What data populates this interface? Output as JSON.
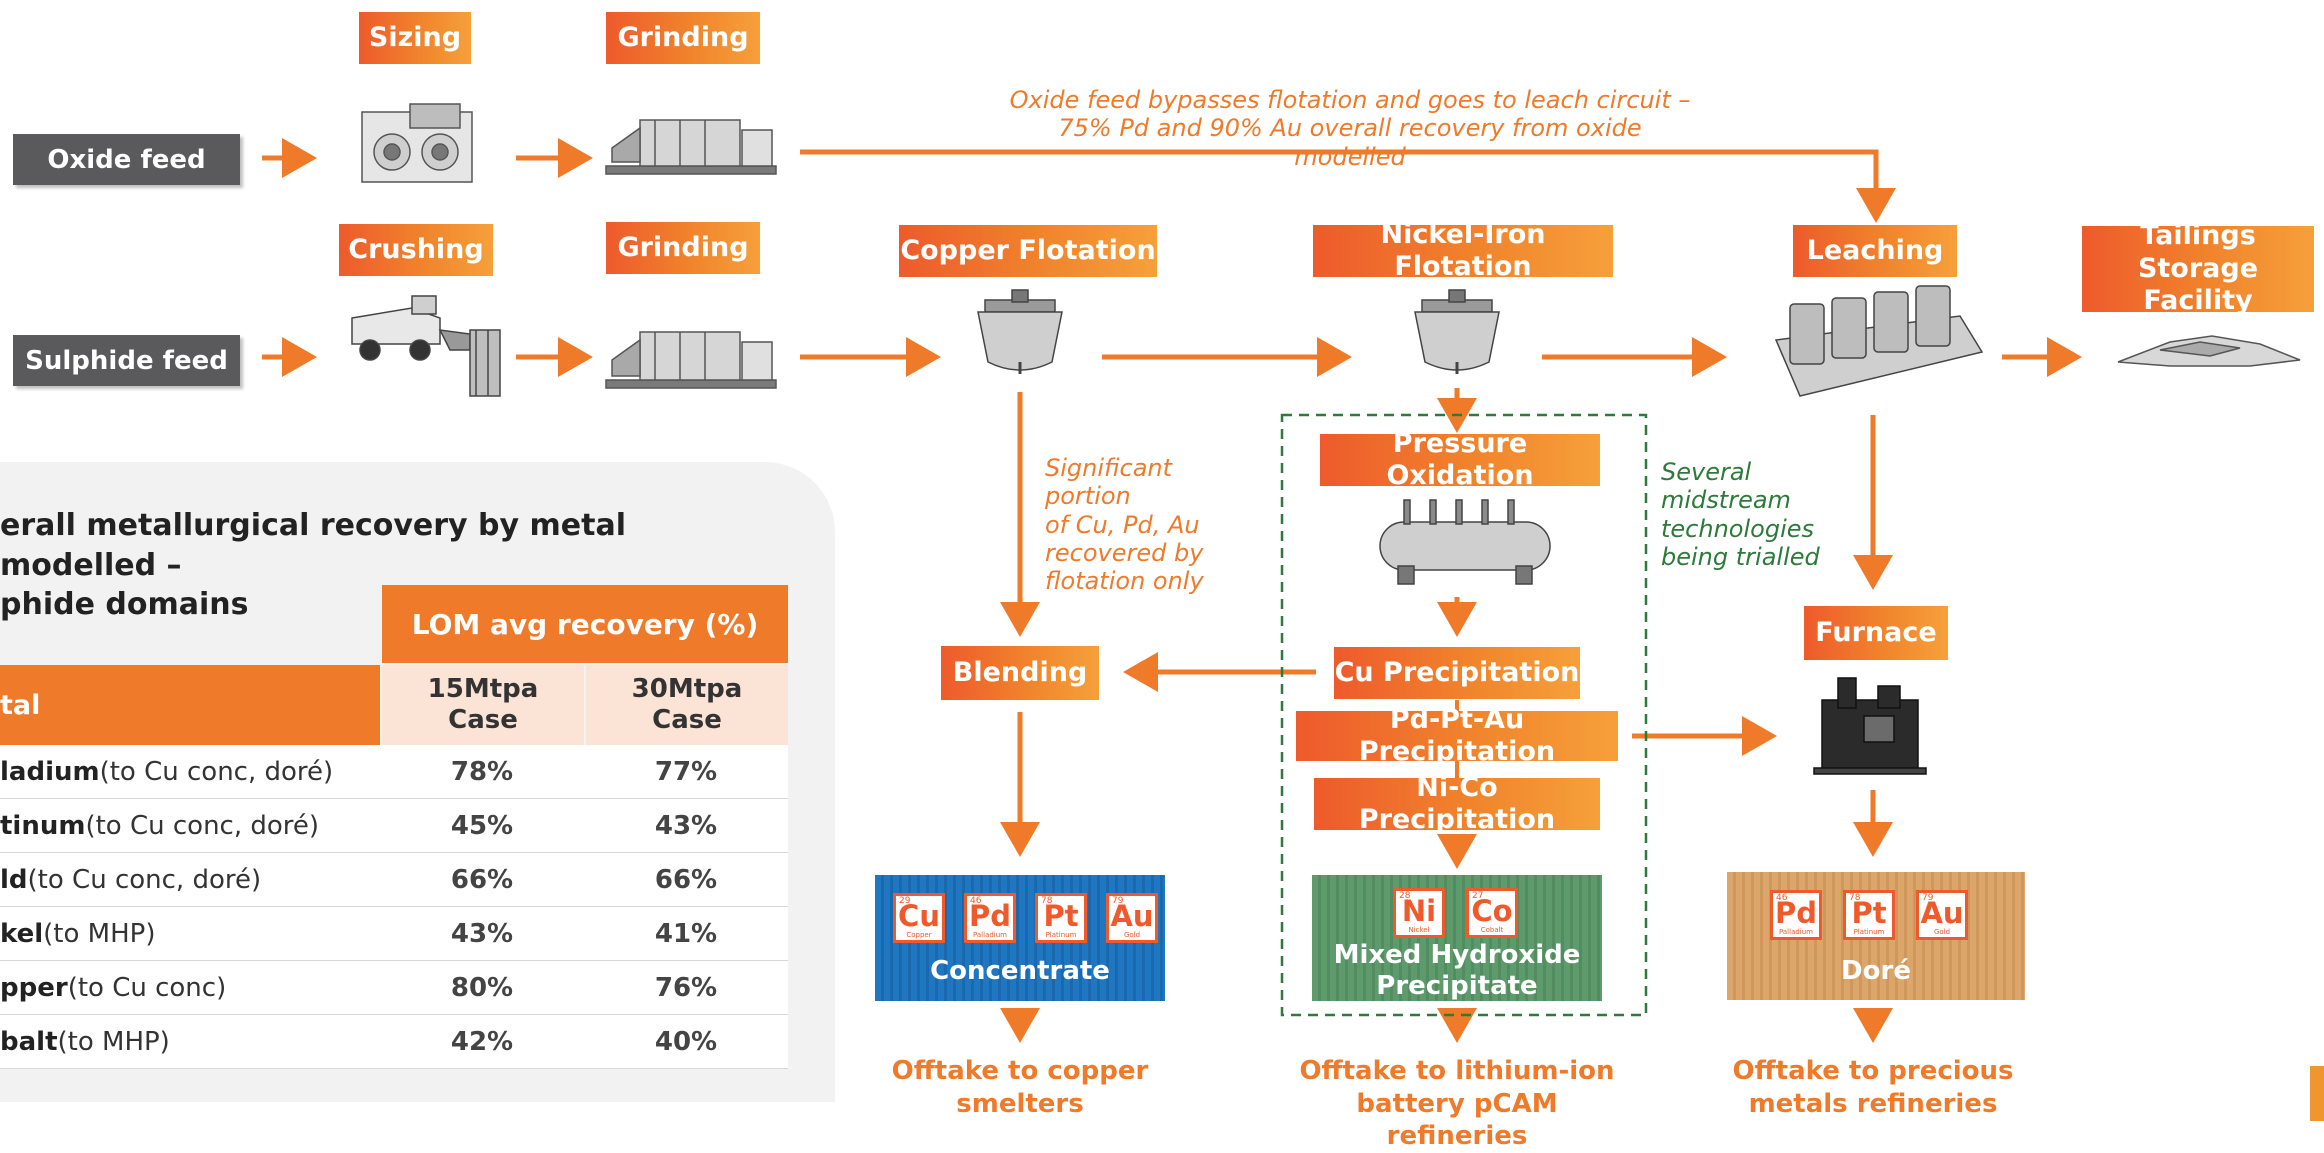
{
  "colors": {
    "orange": "#ee7a2a",
    "dark_box": "#5a5a5c",
    "green": "#2d7a3a",
    "blue_container": "#1f77c2",
    "green_container": "#5e9b6c",
    "tan_container": "#d9a366"
  },
  "feeds": {
    "oxide": "Oxide feed",
    "sulphide": "Sulphide feed"
  },
  "steps": {
    "sizing": "Sizing",
    "grinding_oxide": "Grinding",
    "crushing": "Crushing",
    "grinding_sulphide": "Grinding",
    "copper_flotation": "Copper Flotation",
    "nickel_iron_flotation": "Nickel-Iron Flotation",
    "leaching": "Leaching",
    "tailings": "Tailings Storage Facility",
    "pressure_oxidation": "Pressure Oxidation",
    "cu_precip": "Cu Precipitation",
    "pdptau_precip": "Pd-Pt-Au Precipitation",
    "nico_precip": "Ni-Co Precipitation",
    "blending": "Blending",
    "furnace": "Furnace"
  },
  "notes": {
    "oxide_bypass_1": "Oxide feed bypasses flotation and goes to leach circuit –",
    "oxide_bypass_2": "75% Pd and 90% Au overall recovery from oxide modelled",
    "flotation_1": "Significant portion",
    "flotation_2": "of Cu, Pd, Au",
    "flotation_3": "recovered by",
    "flotation_4": "flotation only",
    "midstream_1": "Several",
    "midstream_2": "midstream",
    "midstream_3": "technologies",
    "midstream_4": "being trialled"
  },
  "products": {
    "concentrate": {
      "label": "Concentrate",
      "elements": [
        {
          "sym": "Cu",
          "num": "29",
          "name": "Copper"
        },
        {
          "sym": "Pd",
          "num": "46",
          "name": "Palladium"
        },
        {
          "sym": "Pt",
          "num": "78",
          "name": "Platinum"
        },
        {
          "sym": "Au",
          "num": "79",
          "name": "Gold"
        }
      ]
    },
    "mhp": {
      "label_1": "Mixed Hydroxide",
      "label_2": "Precipitate",
      "elements": [
        {
          "sym": "Ni",
          "num": "28",
          "name": "Nickel"
        },
        {
          "sym": "Co",
          "num": "27",
          "name": "Cobalt"
        }
      ]
    },
    "dore": {
      "label": "Doré",
      "elements": [
        {
          "sym": "Pd",
          "num": "46",
          "name": "Palladium"
        },
        {
          "sym": "Pt",
          "num": "78",
          "name": "Platinum"
        },
        {
          "sym": "Au",
          "num": "79",
          "name": "Gold"
        }
      ]
    }
  },
  "offtakes": {
    "copper_1": "Offtake to copper",
    "copper_2": "smelters",
    "battery_1": "Offtake to lithium-ion",
    "battery_2": "battery pCAM refineries",
    "precious_1": "Offtake to precious",
    "precious_2": "metals refineries"
  },
  "recovery_table": {
    "title_1": "erall metallurgical recovery by metal modelled –",
    "title_2": "phide domains",
    "group_header": "LOM avg recovery (%)",
    "metal_header": "tal",
    "case_15": "15Mtpa Case",
    "case_30": "30Mtpa Case",
    "rows": [
      {
        "metal": "ladium",
        "dest": " (to Cu conc, doré)",
        "v15": "78%",
        "v30": "77%"
      },
      {
        "metal": "tinum",
        "dest": " (to Cu conc, doré)",
        "v15": "45%",
        "v30": "43%"
      },
      {
        "metal": "ld",
        "dest": " (to Cu conc, doré)",
        "v15": "66%",
        "v30": "66%"
      },
      {
        "metal": "kel",
        "dest": " (to MHP)",
        "v15": "43%",
        "v30": "41%"
      },
      {
        "metal": "pper",
        "dest": " (to Cu conc)",
        "v15": "80%",
        "v30": "76%"
      },
      {
        "metal": "balt",
        "dest": " (to MHP)",
        "v15": "42%",
        "v30": "40%"
      }
    ]
  }
}
